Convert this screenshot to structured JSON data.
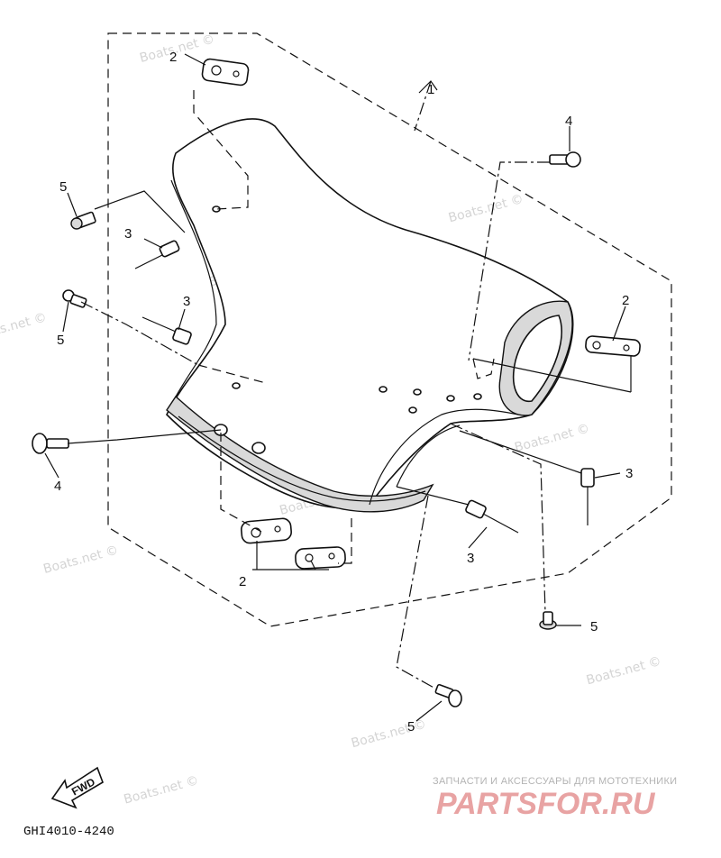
{
  "diagram": {
    "callouts": [
      {
        "id": "c1",
        "label": "1"
      },
      {
        "id": "c2a",
        "label": "2"
      },
      {
        "id": "c2b",
        "label": "2"
      },
      {
        "id": "c2c",
        "label": "2"
      },
      {
        "id": "c3a",
        "label": "3"
      },
      {
        "id": "c3b",
        "label": "3"
      },
      {
        "id": "c3c",
        "label": "3"
      },
      {
        "id": "c3d",
        "label": "3"
      },
      {
        "id": "c4a",
        "label": "4"
      },
      {
        "id": "c4b",
        "label": "4"
      },
      {
        "id": "c5a",
        "label": "5"
      },
      {
        "id": "c5b",
        "label": "5"
      },
      {
        "id": "c5c",
        "label": "5"
      },
      {
        "id": "c5d",
        "label": "5"
      }
    ],
    "direction_arrow": "FWD",
    "drawing_code": "GHI4010-4240"
  },
  "watermark": {
    "text": "Boats.net ©"
  },
  "logo": {
    "tagline": "ЗАПЧАСТИ И АКСЕССУАРЫ ДЛЯ МОТОТЕХНИКИ",
    "brand": "PARTSFOR.RU"
  }
}
